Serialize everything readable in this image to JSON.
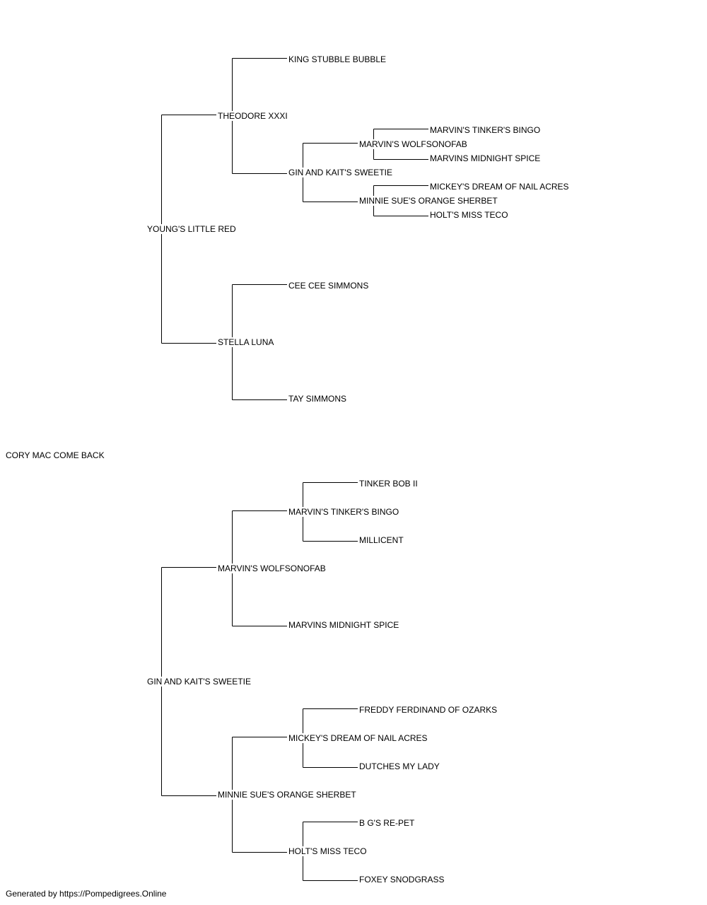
{
  "pedigree": {
    "subject": "CORY MAC COME BACK",
    "sire": "YOUNG'S LITTLE RED",
    "sire_sire": "THEODORE XXXI",
    "sire_sire_sire": "KING STUBBLE BUBBLE",
    "sire_sire_dam": "GIN AND KAIT'S SWEETIE",
    "sire_sire_dam_sire": "MARVIN'S WOLFSONOFAB",
    "sire_sire_dam_sire_sire": "MARVIN'S TINKER'S BINGO",
    "sire_sire_dam_sire_dam": "MARVINS MIDNIGHT SPICE",
    "sire_sire_dam_dam": "MINNIE SUE'S ORANGE SHERBET",
    "sire_sire_dam_dam_sire": "MICKEY'S DREAM OF NAIL ACRES",
    "sire_sire_dam_dam_dam": "HOLT'S MISS TECO",
    "sire_dam": "STELLA LUNA",
    "sire_dam_sire": "CEE CEE SIMMONS",
    "sire_dam_dam": "TAY SIMMONS",
    "dam": "GIN AND KAIT'S SWEETIE",
    "dam_sire": "MARVIN'S WOLFSONOFAB",
    "dam_sire_sire": "MARVIN'S TINKER'S BINGO",
    "dam_sire_sire_sire": "TINKER BOB II",
    "dam_sire_sire_dam": "MILLICENT",
    "dam_sire_dam": "MARVINS MIDNIGHT SPICE",
    "dam_dam": "MINNIE SUE'S ORANGE SHERBET",
    "dam_dam_sire": "MICKEY'S DREAM OF NAIL ACRES",
    "dam_dam_sire_sire": "FREDDY FERDINAND OF OZARKS",
    "dam_dam_sire_dam": "DUTCHES MY LADY",
    "dam_dam_dam": "HOLT'S MISS TECO",
    "dam_dam_dam_sire": "B G'S RE-PET",
    "dam_dam_dam_dam": "FOXEY SNODGRASS"
  },
  "footer": "Generated by https://Pompedigrees.Online"
}
